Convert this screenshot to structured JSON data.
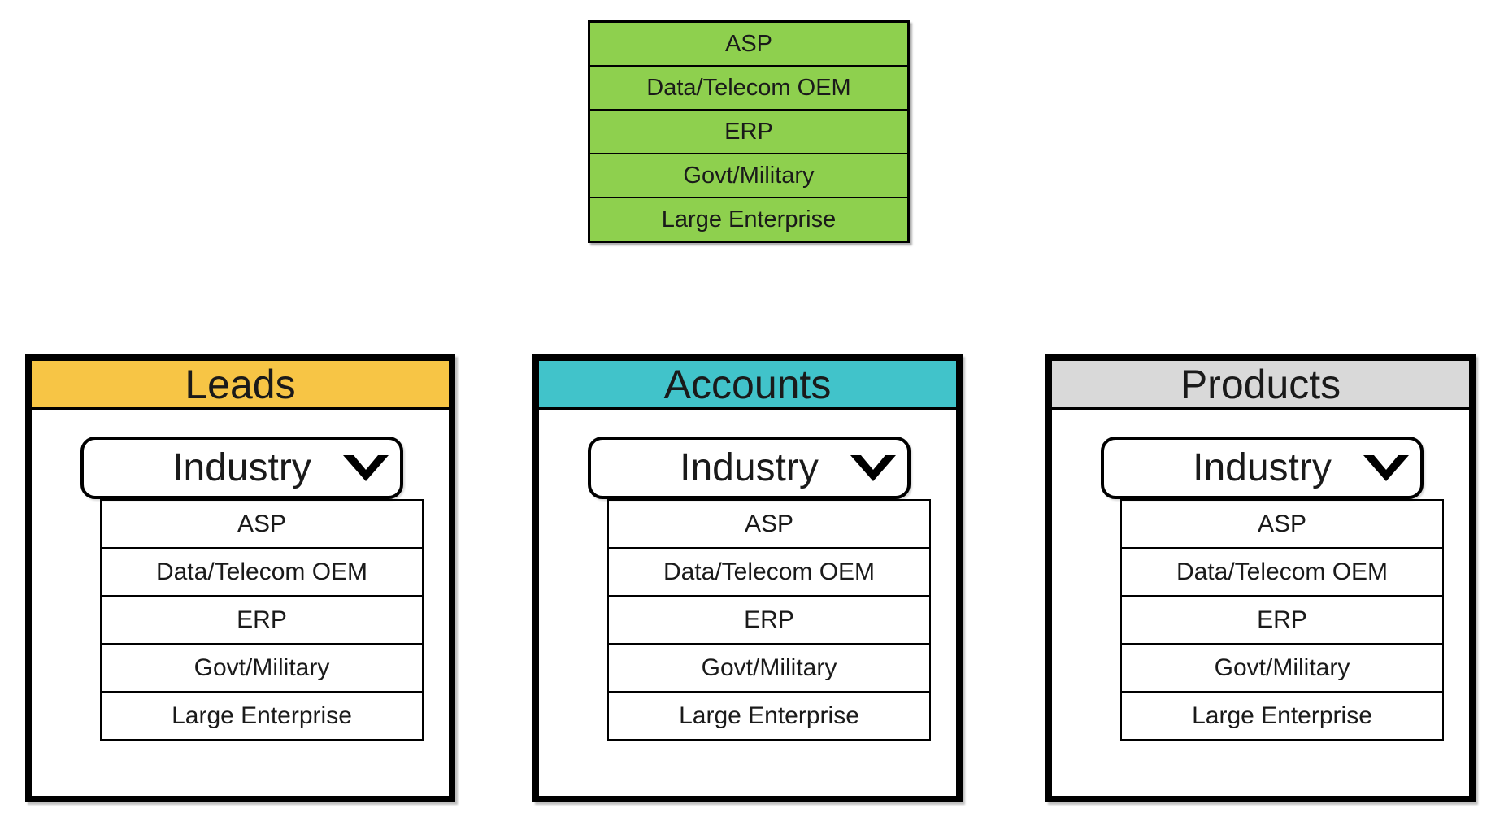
{
  "picklist": {
    "label": "industry-global-picklist",
    "color": "#8ED04E",
    "items": [
      "ASP",
      "Data/Telecom OEM",
      "ERP",
      "Govt/Military",
      "Large Enterprise"
    ]
  },
  "icons": {
    "dropdown_chevron": "chevron-down"
  },
  "panels": [
    {
      "title": "Leads",
      "header_color": "#F7C545",
      "dropdown_label": "Industry",
      "options": [
        "ASP",
        "Data/Telecom OEM",
        "ERP",
        "Govt/Military",
        "Large Enterprise"
      ]
    },
    {
      "title": "Accounts",
      "header_color": "#41C3CA",
      "dropdown_label": "Industry",
      "options": [
        "ASP",
        "Data/Telecom OEM",
        "ERP",
        "Govt/Military",
        "Large Enterprise"
      ]
    },
    {
      "title": "Products",
      "header_color": "#D9D9D9",
      "dropdown_label": "Industry",
      "options": [
        "ASP",
        "Data/Telecom OEM",
        "ERP",
        "Govt/Military",
        "Large Enterprise"
      ]
    }
  ]
}
